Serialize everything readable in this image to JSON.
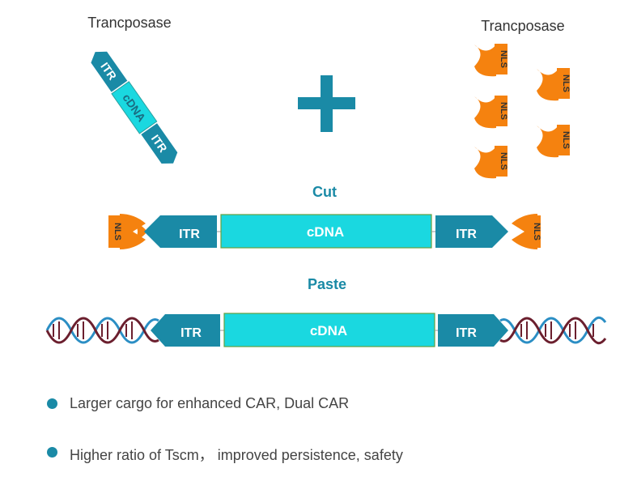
{
  "labels": {
    "transposase_left": "Trancposase",
    "transposase_right": "Trancposase",
    "cut": "Cut",
    "paste": "Paste",
    "itr": "ITR",
    "cdna": "cDNA",
    "nls": "NLS"
  },
  "bullets": [
    "Larger cargo for enhanced CAR, Dual CAR",
    "Higher ratio of Tscm， improved persistence, safety"
  ],
  "colors": {
    "teal": "#1a8aa6",
    "cyan": "#1ad8e0",
    "orange": "#f5820f",
    "dna_blue": "#2b8ec4",
    "dna_maroon": "#6b1f2e",
    "text_dark": "#444444"
  },
  "icons": {
    "plus": "plus-icon",
    "dna": "dna-helix-icon",
    "transposase": "transposase-nls-icon"
  }
}
